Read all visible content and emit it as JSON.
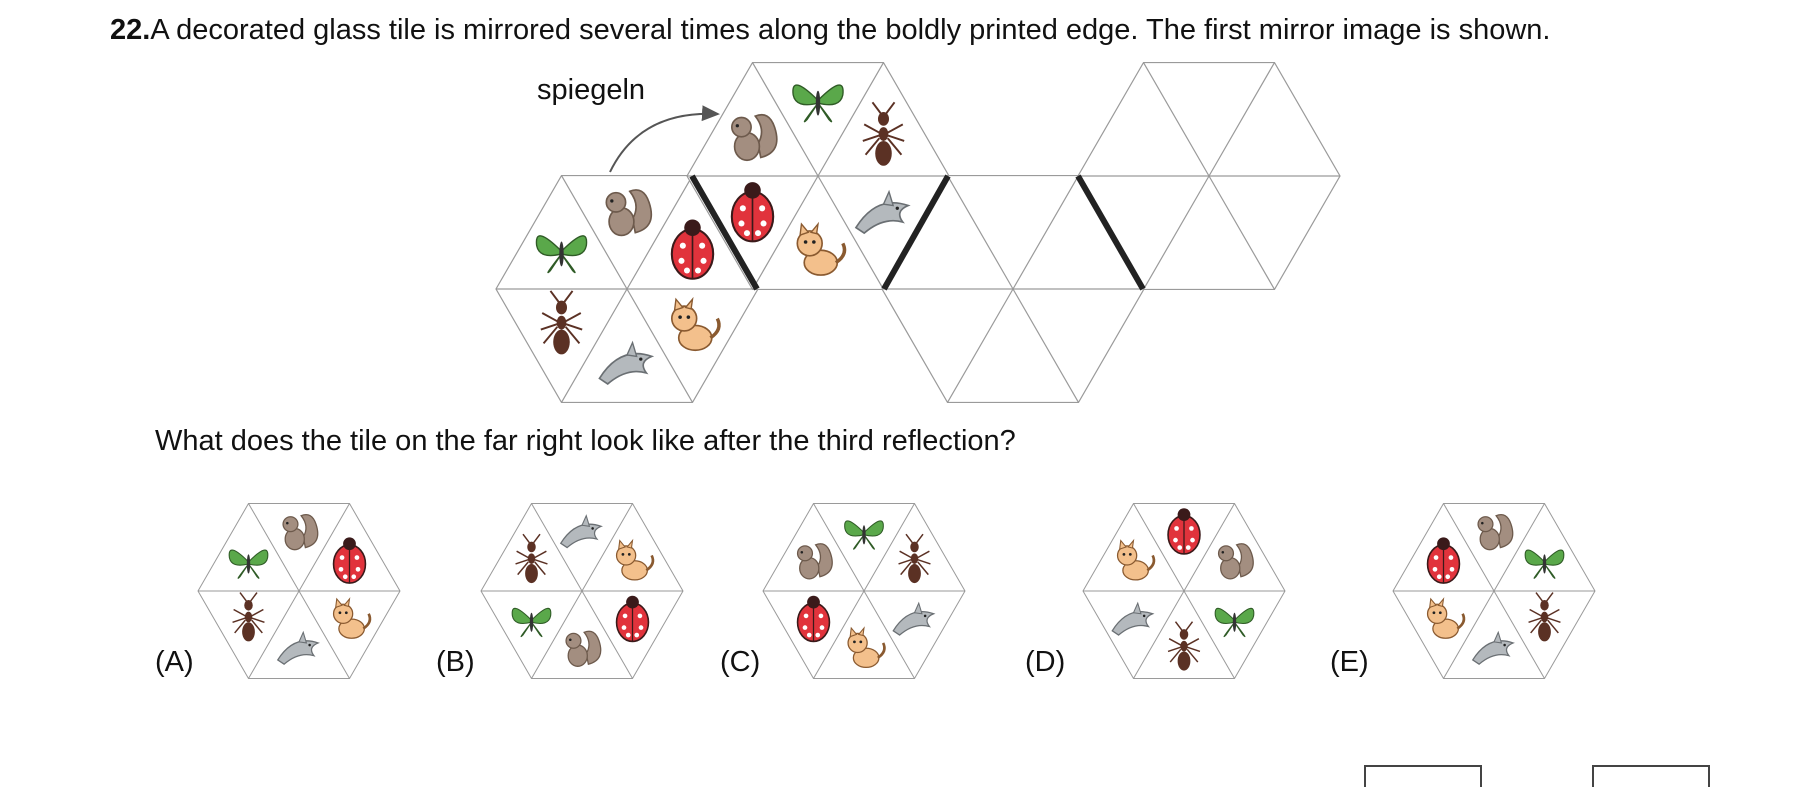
{
  "question": {
    "number": "22.",
    "text": "A decorated glass tile is mirrored several times along the boldly printed edge. The first mirror image is shown."
  },
  "diagram": {
    "arrow_label": "spiegeln",
    "line_color": "#9a9a9a",
    "bold_edge_color": "#222222"
  },
  "sub_question": "What does the tile on the far right look like after the third reflection?",
  "options": [
    {
      "label": "(A)",
      "cells": [
        "squirrel",
        "ladybug",
        "cat",
        "dolphin",
        "ant",
        "butterfly"
      ]
    },
    {
      "label": "(B)",
      "cells": [
        "dolphin",
        "cat",
        "ladybug",
        "squirrel",
        "butterfly",
        "ant"
      ]
    },
    {
      "label": "(C)",
      "cells": [
        "butterfly",
        "ant",
        "dolphin",
        "cat",
        "ladybug",
        "squirrel"
      ]
    },
    {
      "label": "(D)",
      "cells": [
        "ladybug",
        "squirrel",
        "butterfly",
        "ant",
        "dolphin",
        "cat"
      ]
    },
    {
      "label": "(E)",
      "cells": [
        "squirrel",
        "butterfly",
        "ant",
        "dolphin",
        "cat",
        "ladybug"
      ]
    }
  ],
  "tiles": [
    {
      "name": "original-tile",
      "cells": [
        "squirrel",
        "ladybug",
        "cat",
        "dolphin",
        "ant",
        "butterfly"
      ]
    },
    {
      "name": "first-mirror-tile",
      "cells": [
        "butterfly",
        "ant",
        "dolphin",
        "cat",
        "ladybug",
        "squirrel"
      ]
    },
    {
      "name": "second-mirror-tile",
      "cells": [
        "",
        "",
        "",
        "",
        "",
        ""
      ]
    },
    {
      "name": "third-mirror-tile",
      "cells": [
        "",
        "",
        "",
        "",
        "",
        ""
      ]
    }
  ],
  "animal_colors": {
    "squirrel": "#a38e80",
    "ladybug": "#e1333c",
    "cat": "#f3c08c",
    "dolphin": "#b4b9bd",
    "ant": "#5b3124",
    "butterfly": "#5aa84a"
  }
}
